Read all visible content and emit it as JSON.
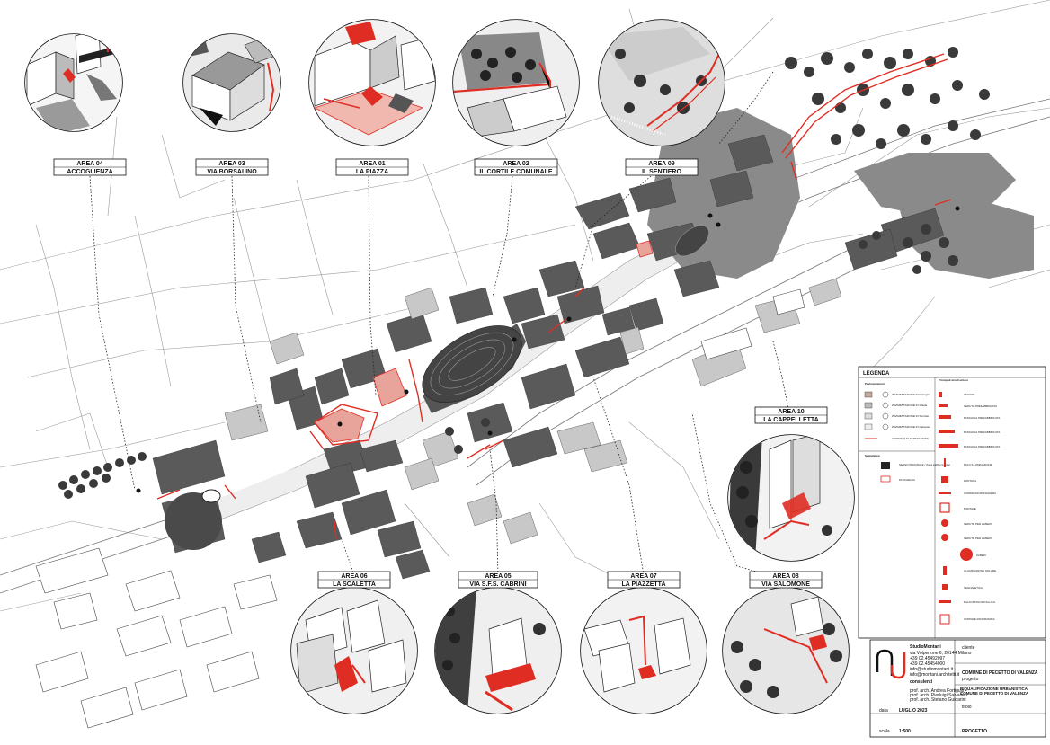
{
  "areas": [
    {
      "code": "AREA 04",
      "name": "ACCOGLIENZA"
    },
    {
      "code": "AREA 03",
      "name": "VIA BORSALINO"
    },
    {
      "code": "AREA 01",
      "name": "LA PIAZZA"
    },
    {
      "code": "AREA 02",
      "name": "IL CORTILE COMUNALE"
    },
    {
      "code": "AREA 09",
      "name": "IL SENTIERO"
    },
    {
      "code": "AREA 10",
      "name": "LA CAPPELLETTA"
    },
    {
      "code": "AREA 06",
      "name": "LA SCALETTA"
    },
    {
      "code": "AREA 05",
      "name": "VIA S.F.S. CABRINI"
    },
    {
      "code": "AREA 07",
      "name": "LA PIAZZETTA"
    },
    {
      "code": "AREA 08",
      "name": "VIA SALOMONE"
    }
  ],
  "legend": {
    "title": "LEGENDA",
    "col_left": "Pavimentazioni",
    "col_right": "Principali arredi urbani",
    "signage_title": "Segnaletica",
    "pav_items": [
      "PAVIMENTAZIONE IN Dettaglio",
      "PAVIMENTAZIONE IN Ghiaia",
      "PAVIMENTAZIONE IN Sterrato",
      "PAVIMENTAZIONE IN Calcestre",
      "CORDOLO DI SEPARAZIONE"
    ],
    "sign_items": [
      "SENSO PEDONALE / Zona traffico limitato",
      "PARCHEGGI"
    ],
    "furn_items": [
      "CESTINI",
      "SEDUTA PREFABBRICATA",
      "PANCHINA PREFABBRICATA",
      "PANCHINA PREFABBRICATA",
      "PANCHINA PREFABBRICATA",
      "PALO ILLUMINAZIONE",
      "FONTANA",
      "CORRIMANO/RINGHIERA",
      "PORTALE",
      "SEDUTE PER ALBERO",
      "SEDUTE PER ALBERO",
      "ALBERI",
      "ILLUMINAZIONE SOLARE",
      "SEGNALETICA",
      "BALAUSTRA METALLICA",
      "CORNICE PANORAMICA"
    ]
  },
  "title_block": {
    "studio": "StudioMontani",
    "address": "via Volpenone 6, 20144 Milano",
    "phone1": "+39 02.45492097",
    "phone2": "+39 02.45454000",
    "email1": "info@studiomontani.it",
    "email2": "info@montani.architetti.it",
    "consulenti_label": "consulenti",
    "consultant1": "prof. arch. Andrea Fortiguis",
    "consultant2": "prof. arch. Pierluigi Salvadeo",
    "consultant3": "prof. arch. Stefano Guidarini",
    "cliente_label": "cliente",
    "cliente": "COMUNE DI PECETTO DI VALENZA",
    "progetto_label": "progetto",
    "progetto": "RIQUALIFICAZIONE URBANISTICA COMUNE DI PECETTO DI VALENZA",
    "titolo_label": "titolo",
    "data_label": "data",
    "data": "LUGLIO 2023",
    "scala_label": "scala",
    "scala": "1:500",
    "fase": "PROGETTO"
  }
}
